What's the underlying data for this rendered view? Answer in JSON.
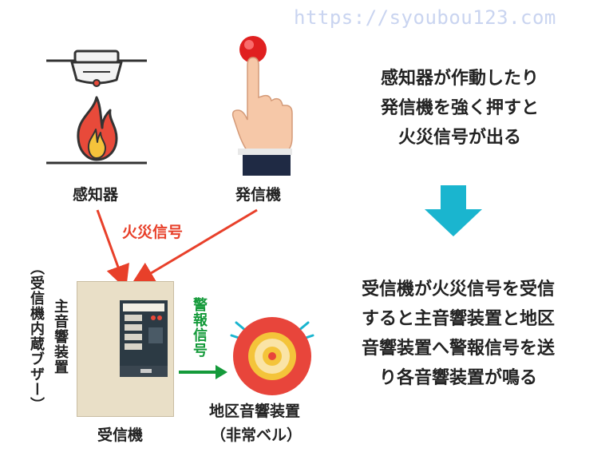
{
  "url": "https://syoubou123.com",
  "labels": {
    "detector": "感知器",
    "manual_call_point": "発信機",
    "fire_signal": "火災信号",
    "receiver": "受信機",
    "alarm_signal": "警報信号",
    "main_sounder": "主音響装置",
    "buzzer_note": "（受信機内蔵ブザー）",
    "district_sounder_line1": "地区音響装置",
    "district_sounder_line2": "（非常ベル）"
  },
  "explanation": {
    "step1": [
      "感知器が作動したり",
      "発信機を強く押すと",
      "火災信号が出る"
    ],
    "step2": [
      "受信機が火災信号を受信",
      "すると主音響装置と地区",
      "音響装置へ警報信号を送",
      "り各音響装置が鳴る"
    ]
  },
  "colors": {
    "red_arrow": "#e8402a",
    "green_arrow": "#149a3a",
    "down_arrow": "#1ab5cf",
    "bell_red": "#e8453b",
    "bell_yellow": "#f4c43a"
  }
}
